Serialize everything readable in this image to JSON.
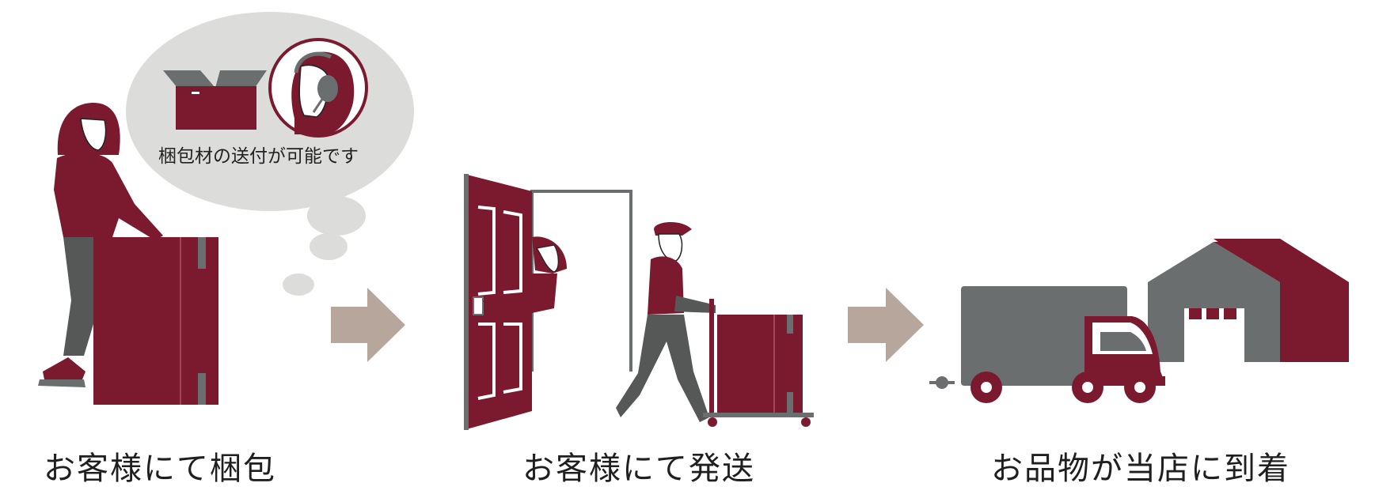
{
  "bubble": {
    "text": "梱包材の送付が可能です"
  },
  "steps": [
    {
      "label": "お客様にて梱包"
    },
    {
      "label": "お客様にて発送"
    },
    {
      "label": "お品物が当店に到着"
    }
  ],
  "colors": {
    "maroon": "#7b1a2e",
    "gray": "#6b6e6e",
    "dark_gray": "#565858",
    "light_gray": "#dcdcdb",
    "arrow": "#b7a69c"
  }
}
